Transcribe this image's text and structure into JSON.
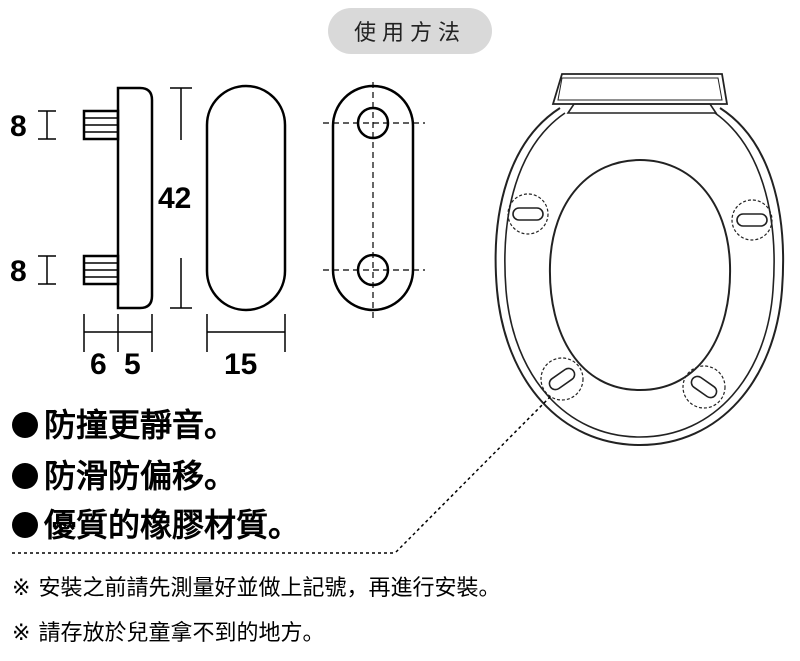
{
  "title": "使用方法",
  "dimensions": {
    "top_height": "8",
    "bottom_height": "8",
    "length": "42",
    "width_a": "6",
    "width_b": "5",
    "pad_width": "15"
  },
  "features": [
    "防撞更靜音。",
    "防滑防偏移。",
    "優質的橡膠材質。"
  ],
  "notes": [
    {
      "mark": "※",
      "text": "安裝之前請先測量好並做上記號，再進行安裝。"
    },
    {
      "mark": "※",
      "text": "請存放於兒童拿不到的地方。"
    }
  ]
}
